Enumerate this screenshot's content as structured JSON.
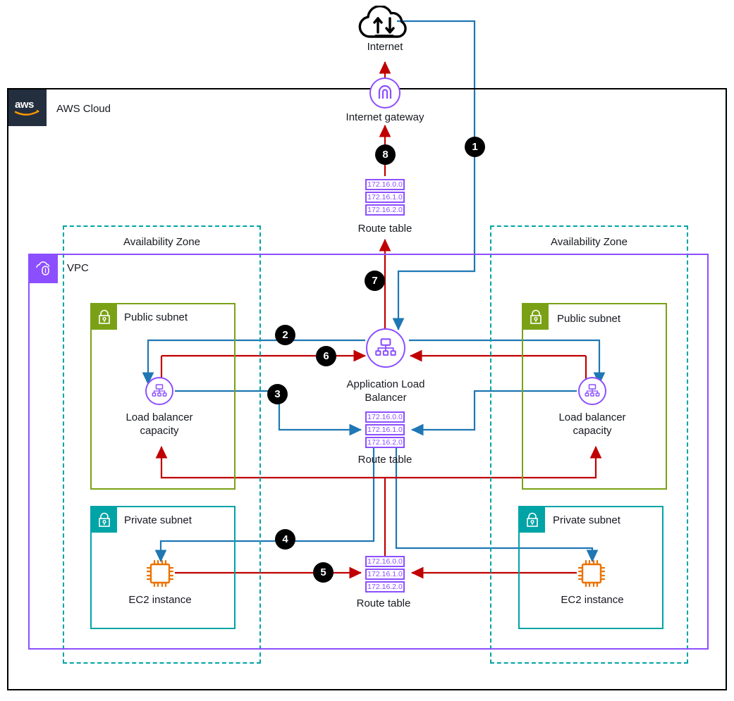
{
  "diagram": {
    "title": "AWS Application Load Balancer across two Availability Zones",
    "colors": {
      "aws_navy": "#232f3e",
      "vpc_purple": "#8c4fff",
      "az_teal": "#00a4a6",
      "public_green": "#7aa116",
      "private_teal": "#00a4a6",
      "ec2_orange": "#ed7100",
      "flow_blue": "#1f77b4",
      "flow_red": "#c00000",
      "badge_black": "#000000"
    }
  },
  "cloud": {
    "label": "AWS Cloud",
    "icon": "aws-logo-icon"
  },
  "internet": {
    "label": "Internet",
    "icon": "internet-cloud-icon"
  },
  "internet_gateway": {
    "label": "Internet  gateway",
    "icon": "internet-gateway-icon"
  },
  "vpc": {
    "label": "VPC",
    "icon": "vpc-icon"
  },
  "availability_zones": [
    {
      "label": "Availability Zone"
    },
    {
      "label": "Availability Zone"
    }
  ],
  "subnets": {
    "public": [
      {
        "label": "Public subnet",
        "icon": "lock-icon"
      },
      {
        "label": "Public subnet",
        "icon": "lock-icon"
      }
    ],
    "private": [
      {
        "label": "Private subnet",
        "icon": "lock-icon"
      },
      {
        "label": "Private subnet",
        "icon": "lock-icon"
      }
    ]
  },
  "nodes": {
    "alb": {
      "label_line1": "Application Load",
      "label_line2": "Balancer",
      "icon": "load-balancer-icon"
    },
    "lb_capacity": [
      {
        "label_line1": "Load balancer",
        "label_line2": "capacity",
        "icon": "load-balancer-icon"
      },
      {
        "label_line1": "Load balancer",
        "label_line2": "capacity",
        "icon": "load-balancer-icon"
      }
    ],
    "ec2": [
      {
        "label": "EC2 instance",
        "icon": "ec2-instance-icon"
      },
      {
        "label": "EC2 instance",
        "icon": "ec2-instance-icon"
      }
    ]
  },
  "route_tables": [
    {
      "name": "igw-route-table",
      "label": "Route table",
      "rows": [
        "172.16.0.0",
        "172.16.1.0",
        "172.16.2.0"
      ]
    },
    {
      "name": "public-route-table",
      "label": "Route table",
      "rows": [
        "172.16.0.0",
        "172.16.1.0",
        "172.16.2.0"
      ]
    },
    {
      "name": "private-route-table",
      "label": "Route table",
      "rows": [
        "172.16.0.0",
        "172.16.1.0",
        "172.16.2.0"
      ]
    }
  ],
  "step_badges": [
    {
      "n": "1"
    },
    {
      "n": "2"
    },
    {
      "n": "3"
    },
    {
      "n": "4"
    },
    {
      "n": "5"
    },
    {
      "n": "6"
    },
    {
      "n": "7"
    },
    {
      "n": "8"
    }
  ]
}
